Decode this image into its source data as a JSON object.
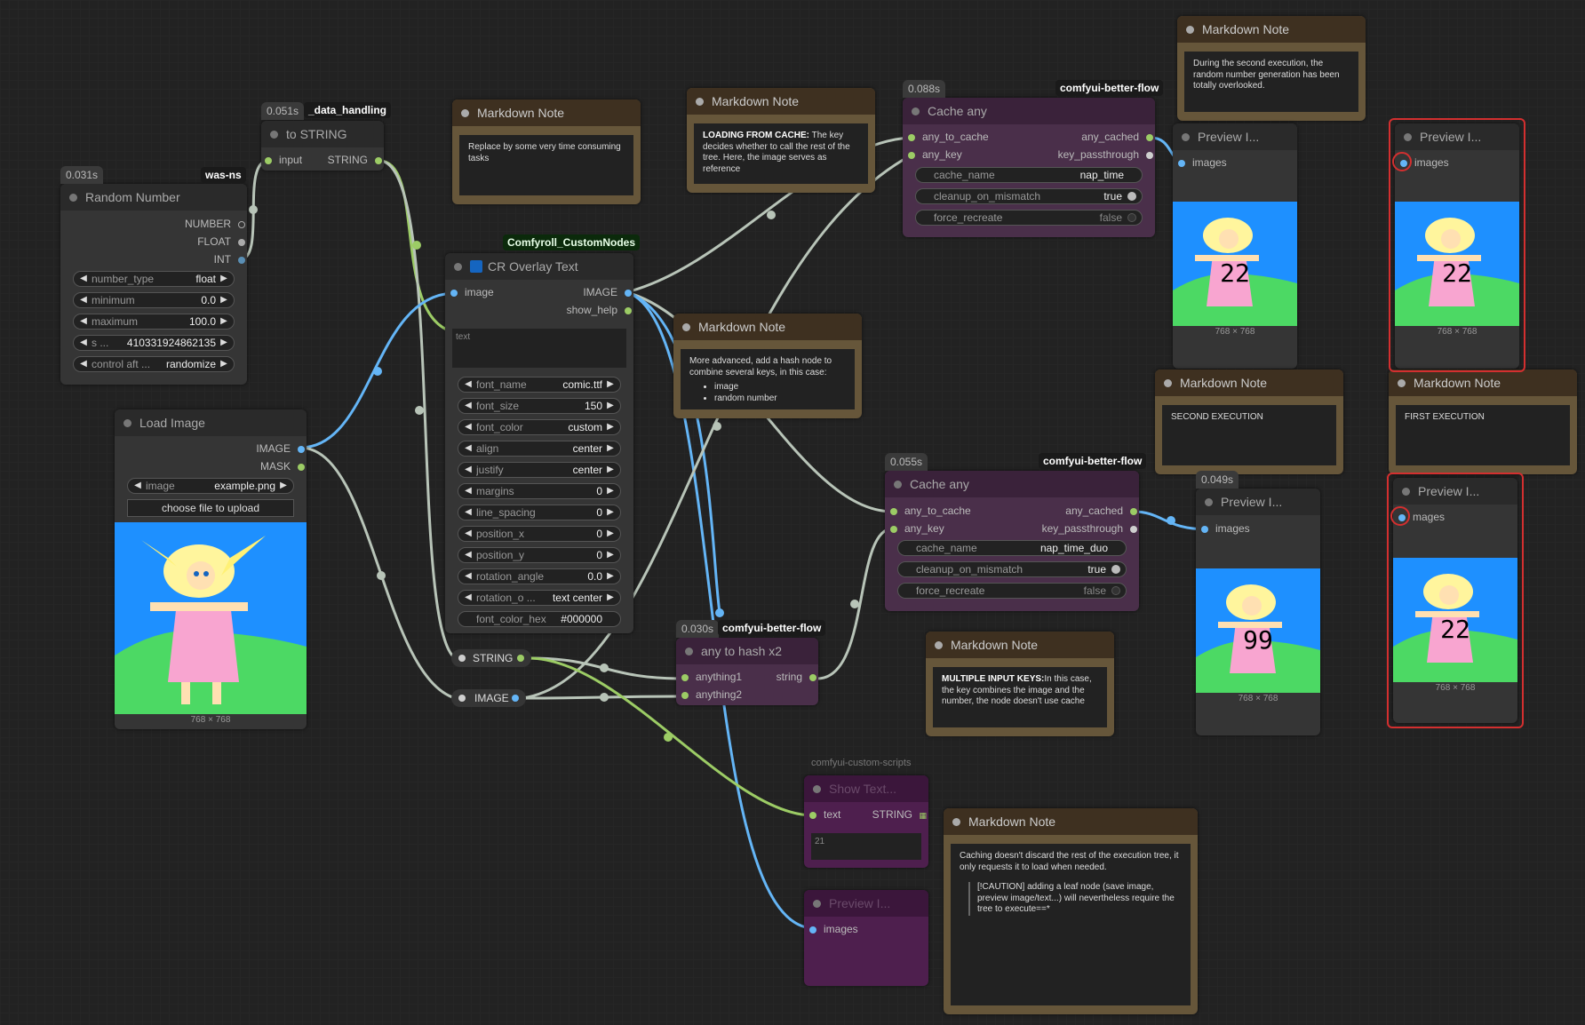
{
  "nodes": {
    "random_number": {
      "title": "Random Number",
      "badge": "0.031s",
      "pack": "was-ns",
      "outputs": [
        "NUMBER",
        "FLOAT",
        "INT"
      ],
      "widgets": [
        {
          "label": "number_type",
          "value": "float"
        },
        {
          "label": "minimum",
          "value": "0.0"
        },
        {
          "label": "maximum",
          "value": "100.0"
        },
        {
          "label": "s ...",
          "value": "410331924862135"
        },
        {
          "label": "control aft ...",
          "value": "randomize"
        }
      ]
    },
    "to_string": {
      "title": "to STRING",
      "badge": "0.051s",
      "pack": "_data_handling",
      "input": "input",
      "output": "STRING"
    },
    "load_image": {
      "title": "Load Image",
      "outputs": [
        "IMAGE",
        "MASK"
      ],
      "image_label": "image",
      "image_value": "example.png",
      "upload_button": "choose file to upload",
      "dims": "768 × 768"
    },
    "md1": {
      "title": "Markdown Note",
      "text": "Replace by some very time consuming tasks"
    },
    "md2": {
      "title": "Markdown Note",
      "bold": "LOADING FROM CACHE:",
      "text": " The key decides whether to call the rest of the tree. Here, the image serves as reference"
    },
    "md3": {
      "title": "Markdown Note",
      "text": "During the second execution, the random number generation has been totally overlooked."
    },
    "md4": {
      "title": "Markdown Note",
      "text": "More advanced, add a hash node to combine several keys, in this case:",
      "items": [
        "image",
        "random number"
      ]
    },
    "md5": {
      "title": "Markdown Note",
      "text": "SECOND EXECUTION"
    },
    "md6": {
      "title": "Markdown Note",
      "text": "FIRST EXECUTION"
    },
    "md7": {
      "title": "Markdown Note",
      "bold": "MULTIPLE INPUT KEYS:",
      "text": "In this case, the key combines the image and the number, the node doesn't use cache"
    },
    "md8": {
      "title": "Markdown Note",
      "text": "Caching doesn't discard the rest of the execution tree, it only requests it to load when needed.",
      "quote": "[!CAUTION] adding a leaf node (save image, preview image/text...) will nevertheless require the tree to execute==*"
    },
    "cr_overlay": {
      "title": "CR Overlay Text",
      "pack": "Comfyroll_CustomNodes",
      "input_image": "image",
      "input_text": "text",
      "outputs": [
        "IMAGE",
        "show_help"
      ],
      "widgets": [
        {
          "label": "font_name",
          "value": "comic.ttf"
        },
        {
          "label": "font_size",
          "value": "150"
        },
        {
          "label": "font_color",
          "value": "custom"
        },
        {
          "label": "align",
          "value": "center"
        },
        {
          "label": "justify",
          "value": "center"
        },
        {
          "label": "margins",
          "value": "0"
        },
        {
          "label": "line_spacing",
          "value": "0"
        },
        {
          "label": "position_x",
          "value": "0"
        },
        {
          "label": "position_y",
          "value": "0"
        },
        {
          "label": "rotation_angle",
          "value": "0.0"
        },
        {
          "label": "rotation_o ...",
          "value": "text center"
        }
      ],
      "hex_label": "font_color_hex",
      "hex_value": "#000000"
    },
    "cache1": {
      "title": "Cache any",
      "badge": "0.088s",
      "pack": "comfyui-better-flow",
      "inputs": [
        "any_to_cache",
        "any_key"
      ],
      "outputs": [
        "any_cached",
        "key_passthrough"
      ],
      "cache_name_label": "cache_name",
      "cache_name": "nap_time",
      "cleanup_label": "cleanup_on_mismatch",
      "cleanup": "true",
      "force_label": "force_recreate",
      "force": "false"
    },
    "cache2": {
      "title": "Cache any",
      "badge": "0.055s",
      "pack": "comfyui-better-flow",
      "inputs": [
        "any_to_cache",
        "any_key"
      ],
      "outputs": [
        "any_cached",
        "key_passthrough"
      ],
      "cache_name_label": "cache_name",
      "cache_name": "nap_time_duo",
      "cleanup_label": "cleanup_on_mismatch",
      "cleanup": "true",
      "force_label": "force_recreate",
      "force": "false"
    },
    "preview1": {
      "title": "Preview I...",
      "input": "images",
      "dims": "768 × 768",
      "number": "22"
    },
    "preview2": {
      "title": "Preview I...",
      "input": "images",
      "dims": "768 × 768",
      "number": "22"
    },
    "preview3": {
      "title": "Preview I...",
      "badge": "0.049s",
      "input": "images",
      "dims": "768 × 768",
      "number": "99"
    },
    "preview4": {
      "title": "Preview I...",
      "input": "mages",
      "dims": "768 × 768",
      "number": "22"
    },
    "hash": {
      "title": "any to hash x2",
      "badge": "0.030s",
      "pack": "comfyui-better-flow",
      "inputs": [
        "anything1",
        "anything2"
      ],
      "output": "string"
    },
    "show_text": {
      "title": "Show Text...",
      "pack": "comfyui-custom-scripts",
      "input": "text",
      "output": "STRING",
      "value": "21"
    },
    "preview_muted": {
      "title": "Preview I...",
      "input": "images"
    },
    "reroute_string": {
      "label": "STRING"
    },
    "reroute_image": {
      "label": "IMAGE"
    }
  },
  "colors": {
    "image_wire": "#64b5f6",
    "string_wire": "#9ccc65",
    "any_wire": "#b8c4b8",
    "highlight": "#d32f2f"
  }
}
